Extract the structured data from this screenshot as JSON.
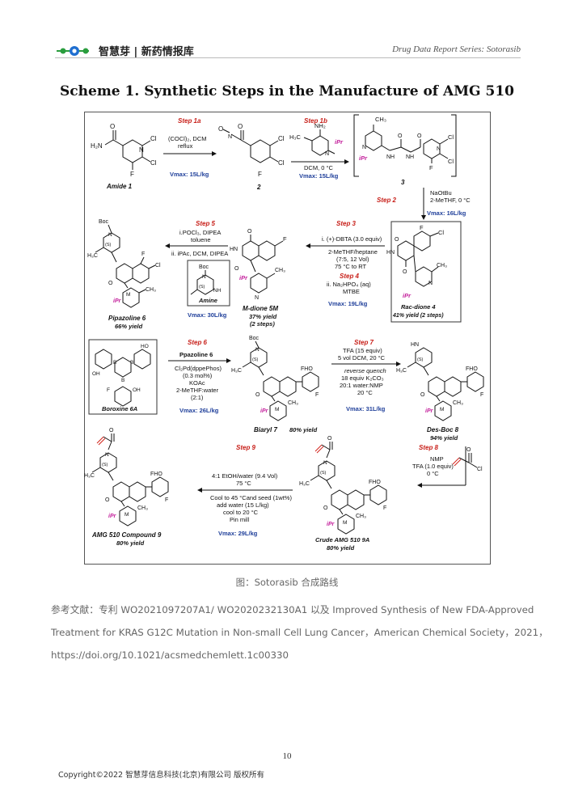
{
  "header": {
    "logo_text": "智慧芽 | 新药情报库",
    "series": "Drug Data Report Series: Sotorasib"
  },
  "scheme_title": "Scheme 1. Synthetic Steps in the Manufacture of AMG 510",
  "scheme": {
    "steps": {
      "s1a": "Step 1a",
      "s1b": "Step 1b",
      "s2": "Step 2",
      "s3": "Step 3",
      "s4": "Step 4",
      "s5": "Step 5",
      "s6": "Step 6",
      "s7": "Step 7",
      "s8": "Step 8",
      "s9": "Step 9"
    },
    "conditions": {
      "c1a_1": "(COCl)₂, DCM",
      "c1a_2": "reflux",
      "c1b": "DCM, 0 °C",
      "c2_1": "NaOtBu",
      "c2_2": "2-MeTHF, 0 °C",
      "c3_1": "i. (+)-DBTA (3.0 equiv)",
      "c3_2": "2-MeTHF/heptane",
      "c3_3": "(7:5, 12 Vol)",
      "c3_4": "75 °C to RT",
      "c4_1": "ii. Na₂HPO₄ (aq)",
      "c4_2": "MTBE",
      "c5_1": "i.POCl₃, DIPEA",
      "c5_2": "toluene",
      "c5_3": "ii. iPAc, DCM, DIPEA",
      "c6_1": "Ppazoline 6",
      "c6_2": "Cl₂Pd(dppePhos)",
      "c6_3": "(0.3 mol%)",
      "c6_4": "KOAc",
      "c6_5": "2-MeTHF:water",
      "c6_6": "(2:1)",
      "c7_1": "TFA (15 equiv)",
      "c7_2": "5 vol DCM, 20 °C",
      "c7_3": "reverse quench",
      "c7_4": "18 equiv K₂CO₃",
      "c7_5": "20:1 water:NMP",
      "c7_6": "20 °C",
      "c8_1": "NMP",
      "c8_2": "TFA (1.0 equiv)",
      "c8_3": "0 °C",
      "c9_1": "4:1 EtOH/water (9.4 Vol)",
      "c9_2": "75 °C",
      "c9_3": "Cool to 45 °Cand seed (1wt%)",
      "c9_4": "add water (15 L/kg)",
      "c9_5": "cool to 20 °C",
      "c9_6": "Pin mill"
    },
    "vmax": {
      "v1a": "Vmax: 15L/kg",
      "v1b": "Vmax: 15L/kg",
      "v2": "Vmax: 16L/kg",
      "v3": "Vmax: 19L/kg",
      "v5": "Vmax: 30L/kg",
      "v6": "Vmax: 26L/kg",
      "v7": "Vmax: 31L/kg",
      "v9": "Vmax: 29L/kg"
    },
    "compounds": {
      "amide1": "Amide 1",
      "c2": "2",
      "c3": "3",
      "rac4": "Rac-dione 4",
      "rac4_yield": "41% yield (2 steps)",
      "mdione": "M-dione 5M",
      "mdione_yield1": "37% yield",
      "mdione_yield2": "(2 steps)",
      "pip6": "Pipazoline 6",
      "pip6_yield": "66% yield",
      "amine": "Amine",
      "boroxine": "Boroxine 6A",
      "biaryl7": "Biaryl 7",
      "biaryl7_yield": "80% yield",
      "desboc8": "Des-Boc 8",
      "desboc8_yield": "94% yield",
      "crude9a": "Crude AMG 510 9A",
      "crude9a_yield": "80% yield",
      "amg9": "AMG 510 Compound 9",
      "amg9_yield": "80% yield"
    },
    "atoms": {
      "cl": "Cl",
      "f": "F",
      "o": "O",
      "n": "N",
      "nh": "NH",
      "hn": "HN",
      "h2n": "H₂N",
      "nh2": "NH₂",
      "h3c": "H₃C",
      "ch3": "CH₃",
      "ipr": "iPr",
      "boc": "Boc",
      "fho": "FHO",
      "oh": "OH",
      "ho": "HO",
      "b": "B",
      "s": "(S)",
      "m": "M",
      "c": "C"
    }
  },
  "caption": "图：Sotorasib 合成路线",
  "references": [
    "参考文献：专利 WO2021097207A1/ WO2020232130A1 以及 Improved Synthesis of New FDA-Approved",
    "Treatment for KRAS G12C Mutation in Non-small Cell Lung Cancer，American Chemical Society，2021，",
    "https://doi.org/10.1021/acsmedchemlett.1c00330"
  ],
  "page_number": "10",
  "copyright": "Copyright©2022 智慧芽信息科技(北京)有限公司  版权所有",
  "colors": {
    "step_red": "#c8201a",
    "vmax_blue": "#1f3f9a",
    "logo_green": "#2a9d3e",
    "logo_blue": "#1f6fd0"
  }
}
